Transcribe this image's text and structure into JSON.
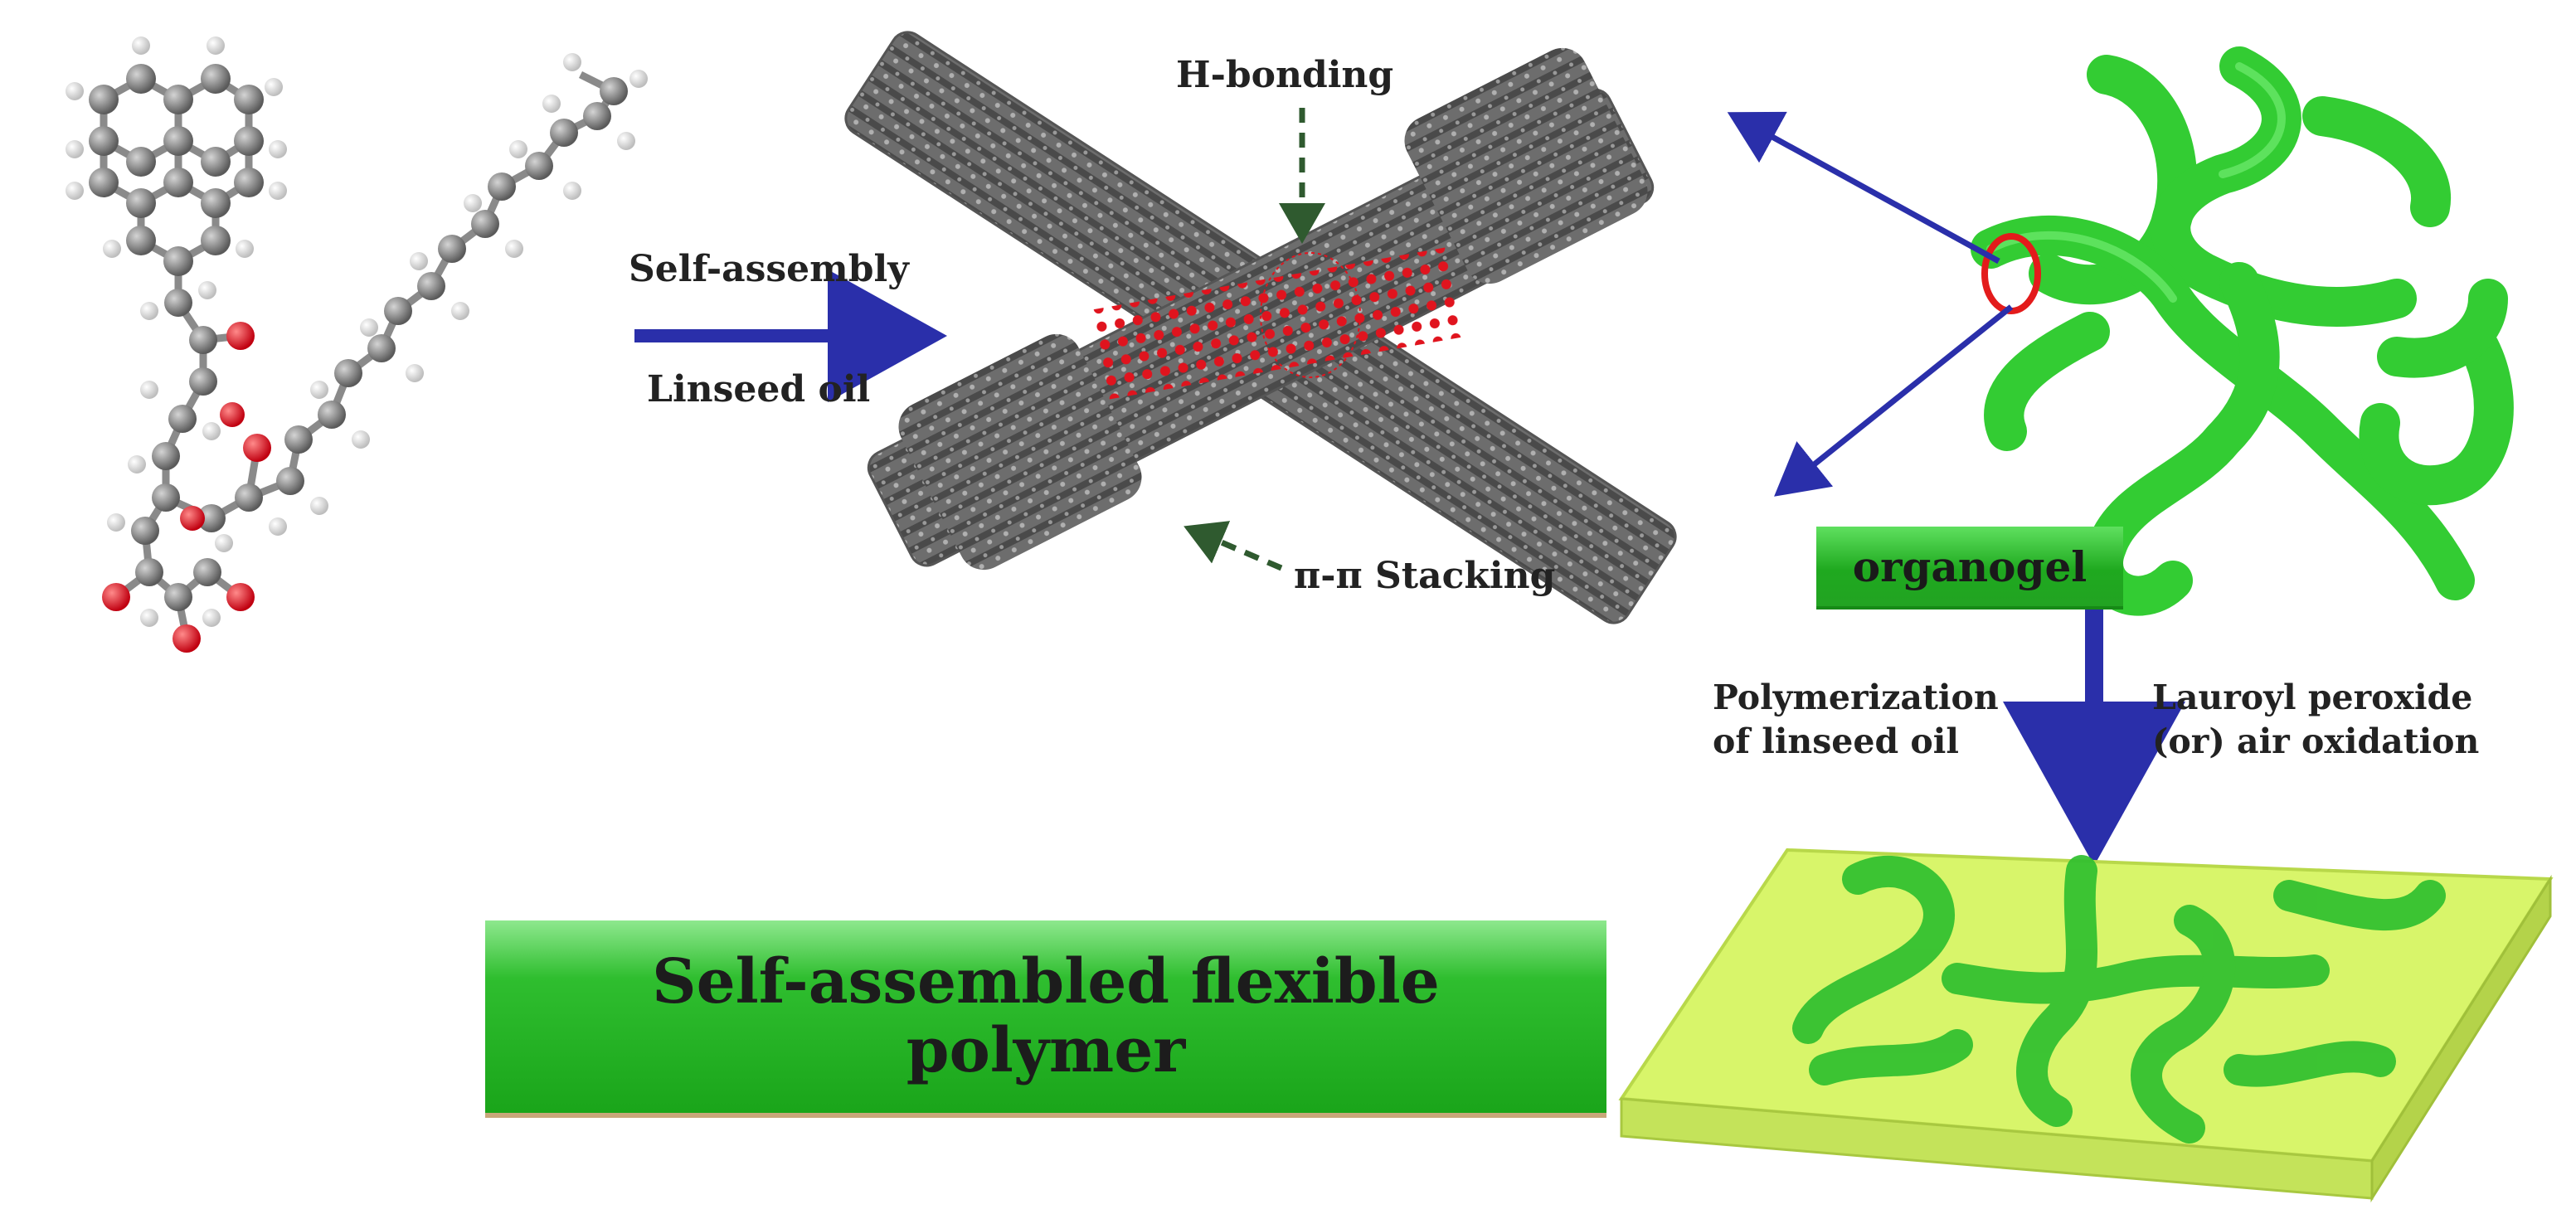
{
  "labels": {
    "self_assembly": "Self-assembly",
    "linseed_oil": "Linseed oil",
    "h_bonding": "H-bonding",
    "pi_stacking": "π-π Stacking",
    "organogel": "organogel",
    "polymerization": "Polymerization\nof linseed oil",
    "lauroyl": "Lauroyl peroxide\n(or) air oxidation",
    "result": "Self-assembled flexible\npolymer"
  },
  "colors": {
    "carbon": "#8a8a8a",
    "oxygen": "#e0141e",
    "hydrogen": "#e8e8e8",
    "arrow_blue": "#2a2faa",
    "dashed_green": "#2f5a2f",
    "gel_green": "#33cc33",
    "film_yellow": "#d8f56a",
    "highlight_red": "#e31b1b"
  }
}
